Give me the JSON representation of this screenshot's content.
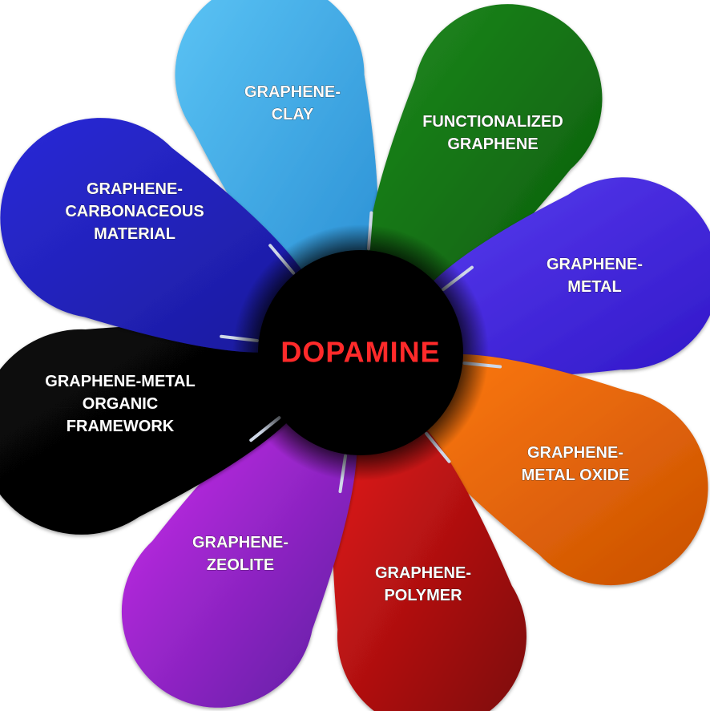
{
  "center": {
    "label": "DOPAMINE",
    "color": "#ff2a2a"
  },
  "petals": [
    {
      "id": "graphene-clay",
      "lines": [
        "GRAPHENE-",
        "CLAY"
      ],
      "color_light": "#5bc4f5",
      "color_dark": "#2a8fd4"
    },
    {
      "id": "functionalized-graphene",
      "lines": [
        "FUNCTIONALIZED",
        "GRAPHENE"
      ],
      "color_light": "#1f8a1f",
      "color_dark": "#0a5a0a"
    },
    {
      "id": "graphene-metal",
      "lines": [
        "GRAPHENE-",
        "METAL"
      ],
      "color_light": "#5a3cf0",
      "color_dark": "#3018c8"
    },
    {
      "id": "graphene-metal-oxide",
      "lines": [
        "GRAPHENE-",
        "METAL OXIDE"
      ],
      "color_light": "#ff7a14",
      "color_dark": "#c85000"
    },
    {
      "id": "graphene-polymer",
      "lines": [
        "GRAPHENE-",
        "POLYMER"
      ],
      "color_light": "#e81818",
      "color_dark": "#7a0a0a"
    },
    {
      "id": "graphene-zeolite",
      "lines": [
        "GRAPHENE-",
        "ZEOLITE"
      ],
      "color_light": "#d22ef0",
      "color_dark": "#5a1ca0"
    },
    {
      "id": "graphene-metal-organic-framework",
      "lines": [
        "GRAPHENE-METAL",
        "ORGANIC",
        "FRAMEWORK"
      ],
      "color_light": "#0a0a0a",
      "color_dark": "#000000"
    },
    {
      "id": "graphene-carbonaceous-material",
      "lines": [
        "GRAPHENE-",
        "CARBONACEOUS",
        "MATERIAL"
      ],
      "color_light": "#2a2ad8",
      "color_dark": "#1a1a9a"
    }
  ]
}
